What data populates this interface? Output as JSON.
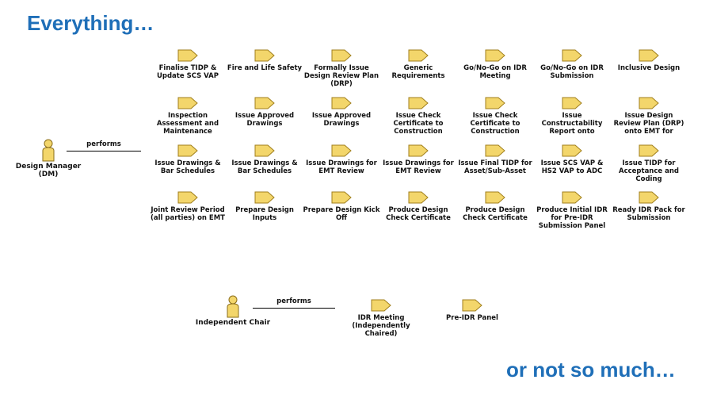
{
  "title": "Everything…",
  "footer": "or not so much…",
  "colors": {
    "heading": "#1f6fb8",
    "task_fill": "#f3d66b",
    "task_stroke": "#a07f1c",
    "actor_fill": "#f3d66b"
  },
  "icons": {
    "task": "task-chevron-icon",
    "actor": "person-icon"
  },
  "design_manager": {
    "actor": "Design Manager\n(DM)",
    "relation": "performs",
    "tasks": [
      "Finalise TIDP & Update SCS VAP",
      "Fire and Life Safety",
      "Formally Issue Design Review Plan (DRP)",
      "Generic Requirements",
      "Go/No-Go on IDR Meeting",
      "Go/No-Go on IDR Submission",
      "Inclusive Design",
      "Inspection Assessment and Maintenance",
      "Issue Approved Drawings",
      "Issue Approved Drawings",
      "Issue Check Certificate to Construction",
      "Issue Check Certificate to Construction",
      "Issue Constructability Report onto",
      "Issue Design Review Plan (DRP) onto EMT for",
      "Issue Drawings & Bar Schedules",
      "Issue Drawings & Bar Schedules",
      "Issue Drawings for EMT Review",
      "Issue Drawings for EMT Review",
      "Issue Final TIDP for Asset/Sub-Asset",
      "Issue SCS VAP & HS2 VAP to ADC",
      "Issue TIDP for Acceptance and Coding",
      "Joint Review Period (all parties) on EMT",
      "Prepare Design Inputs",
      "Prepare Design Kick Off",
      "Produce Design Check Certificate",
      "Produce Design Check Certificate",
      "Produce Initial IDR for Pre-IDR Submission Panel",
      "Ready IDR Pack for Submission"
    ]
  },
  "independent_chair": {
    "actor": "Independent Chair",
    "relation": "performs",
    "tasks": [
      "IDR Meeting (Independently Chaired)",
      "Pre-IDR Panel"
    ]
  }
}
